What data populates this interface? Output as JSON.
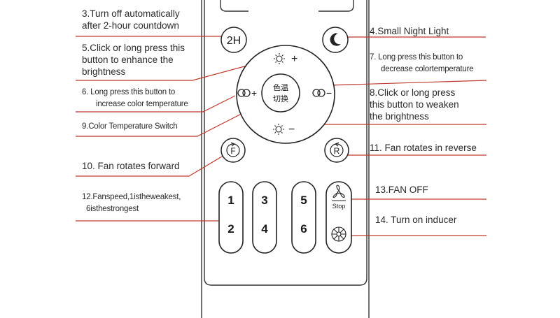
{
  "labels": {
    "l3": {
      "line1": "3.Turn off automatically",
      "line2": "after 2-hour countdown"
    },
    "l4": "4.Small Night Light",
    "l5": {
      "line1": "5.Click or long press this",
      "line2": "button to enhance the",
      "line3": "brightness"
    },
    "l6": {
      "line1": "6.  Long press this button to",
      "line2": "increase color temperature"
    },
    "l7": {
      "line1": "7.  Long press this button to",
      "line2": "decrease colortemperature"
    },
    "l8": {
      "line1": "8.Click or long press",
      "line2": "this button to weaken",
      "line3": "the brightness"
    },
    "l9": "9.Color  Temperature  Switch",
    "l10": "10. Fan rotates forward",
    "l11": "11. Fan rotates in reverse",
    "l12": {
      "line1": "12.Fanspeed,1istheweakest,",
      "line2": "6isthestrongest"
    },
    "l13": "13.FAN OFF",
    "l14": "14. Turn on inducer"
  },
  "remote": {
    "timer_label": "2H",
    "center_label_top": "色温",
    "center_label_bottom": "切换",
    "plus": "+",
    "minus": "−",
    "forward_letter": "F",
    "reverse_letter": "R",
    "speeds": [
      "1",
      "2",
      "3",
      "4",
      "5",
      "6"
    ],
    "stop_label": "Stop"
  },
  "colors": {
    "leader_line": "#c0392b",
    "outline": "#222222"
  }
}
